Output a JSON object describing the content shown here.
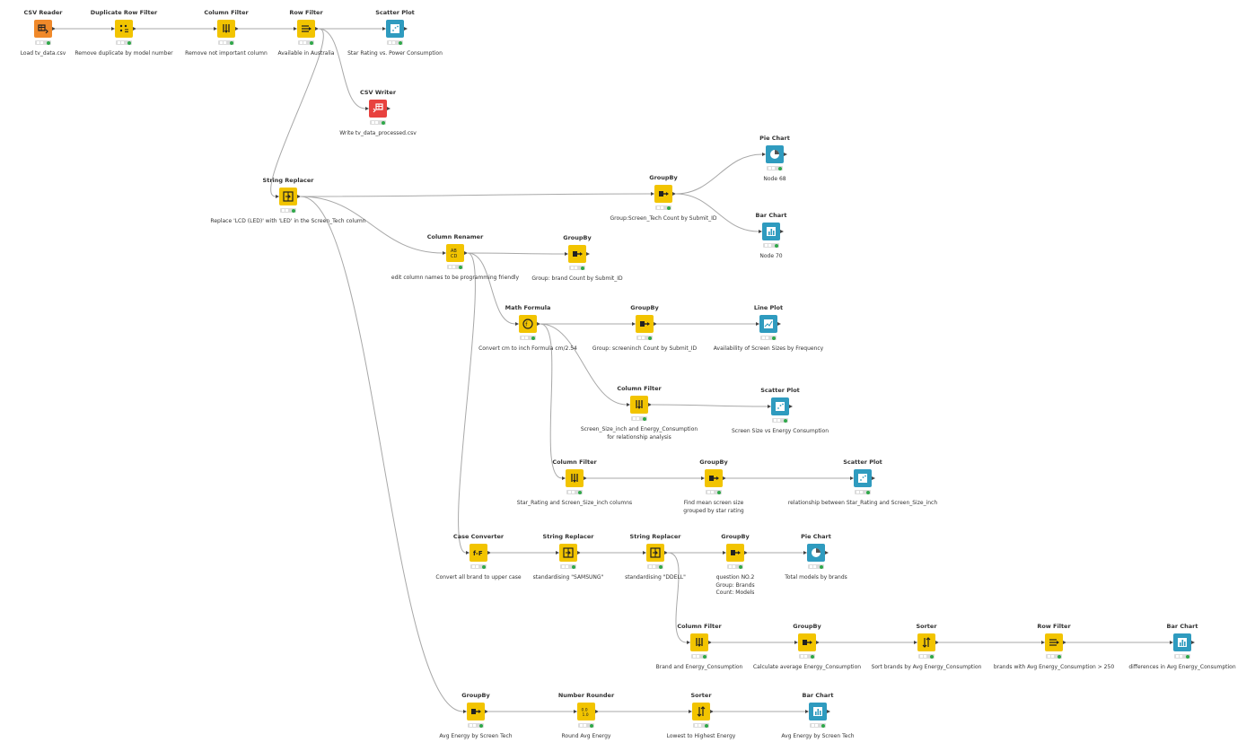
{
  "workflow": {
    "nodes": [
      {
        "id": "n1",
        "title": "CSV Reader",
        "label": "Load tv_data.csv",
        "color": "orange",
        "icon": "csv-reader-icon"
      },
      {
        "id": "n2",
        "title": "Duplicate Row Filter",
        "label": "Remove duplicate by model number",
        "color": "yellow",
        "icon": "duplicate-filter-icon"
      },
      {
        "id": "n3",
        "title": "Column Filter",
        "label": "Remove not important column",
        "color": "yellow",
        "icon": "column-filter-icon"
      },
      {
        "id": "n4",
        "title": "Row Filter",
        "label": "Available in Australia",
        "color": "yellow",
        "icon": "row-filter-icon"
      },
      {
        "id": "n5",
        "title": "Scatter Plot",
        "label": "Star Rating vs. Power Consumption",
        "color": "blue",
        "icon": "scatter-plot-icon"
      },
      {
        "id": "n6",
        "title": "CSV Writer",
        "label": "Write tv_data_processed.csv",
        "color": "red",
        "icon": "csv-writer-icon"
      },
      {
        "id": "n7",
        "title": "String Replacer",
        "label": "Replace 'LCD (LED)' with 'LED' in the Screen_Tech column",
        "color": "yellow",
        "icon": "string-replacer-icon"
      },
      {
        "id": "n8",
        "title": "GroupBy",
        "label": "Group:Screen_Tech Count by Submit_ID",
        "color": "yellow",
        "icon": "groupby-icon"
      },
      {
        "id": "n9",
        "title": "Pie Chart",
        "label": "Node 68",
        "color": "blue",
        "icon": "pie-chart-icon"
      },
      {
        "id": "n10",
        "title": "Bar Chart",
        "label": "Node 70",
        "color": "blue",
        "icon": "bar-chart-icon"
      },
      {
        "id": "n11",
        "title": "Column Renamer",
        "label": "edit column names to be programming friendly",
        "color": "yellow",
        "icon": "column-renamer-icon"
      },
      {
        "id": "n12",
        "title": "GroupBy",
        "label": "Group: brand Count by Submit_ID",
        "color": "yellow",
        "icon": "groupby-icon"
      },
      {
        "id": "n13",
        "title": "Math Formula",
        "label": "Convert cm to inch Formula cm/2.54",
        "color": "yellow",
        "icon": "math-formula-icon"
      },
      {
        "id": "n14",
        "title": "GroupBy",
        "label": "Group: screeninch Count by Submit_ID",
        "color": "yellow",
        "icon": "groupby-icon"
      },
      {
        "id": "n15",
        "title": "Line Plot",
        "label": "Availability of Screen Sizes by Frequency",
        "color": "blue",
        "icon": "line-plot-icon"
      },
      {
        "id": "n16",
        "title": "Column Filter",
        "label": "Screen_Size_inch and Energy_Consumption\nfor relationship analysis",
        "color": "yellow",
        "icon": "column-filter-icon"
      },
      {
        "id": "n17",
        "title": "Scatter Plot",
        "label": "Screen Size vs Energy Consumption",
        "color": "blue",
        "icon": "scatter-plot-icon"
      },
      {
        "id": "n18",
        "title": "Column Filter",
        "label": "Star_Rating and Screen_Size_inch columns",
        "color": "yellow",
        "icon": "column-filter-icon"
      },
      {
        "id": "n19",
        "title": "GroupBy",
        "label": "Find mean screen size\ngrouped by star rating",
        "color": "yellow",
        "icon": "groupby-icon"
      },
      {
        "id": "n20",
        "title": "Scatter Plot",
        "label": "relationship between Star_Rating and Screen_Size_inch",
        "color": "blue",
        "icon": "scatter-plot-icon"
      },
      {
        "id": "n21",
        "title": "Case Converter",
        "label": "Convert all brand to upper case",
        "color": "yellow",
        "icon": "case-converter-icon"
      },
      {
        "id": "n22",
        "title": "String Replacer",
        "label": "standardising \"SAMSUNG\"",
        "color": "yellow",
        "icon": "string-replacer-icon"
      },
      {
        "id": "n23",
        "title": "String Replacer",
        "label": "standardising \"DDELL\"",
        "color": "yellow",
        "icon": "string-replacer-icon"
      },
      {
        "id": "n24",
        "title": "GroupBy",
        "label": "question NO.2\nGroup: Brands\nCount: Models",
        "color": "yellow",
        "icon": "groupby-icon"
      },
      {
        "id": "n25",
        "title": "Pie Chart",
        "label": "Total models by brands",
        "color": "blue",
        "icon": "pie-chart-icon"
      },
      {
        "id": "n26",
        "title": "Column Filter",
        "label": "Brand and Energy_Consumption",
        "color": "yellow",
        "icon": "column-filter-icon"
      },
      {
        "id": "n27",
        "title": "GroupBy",
        "label": "Calculate average Energy_Consumption",
        "color": "yellow",
        "icon": "groupby-icon"
      },
      {
        "id": "n28",
        "title": "Sorter",
        "label": "Sort brands by Avg Energy_Consumption",
        "color": "yellow",
        "icon": "sorter-icon"
      },
      {
        "id": "n29",
        "title": "Row Filter",
        "label": "brands with Avg Energy_Consumption > 250",
        "color": "yellow",
        "icon": "row-filter-icon"
      },
      {
        "id": "n30",
        "title": "Bar Chart",
        "label": "differences in Avg Energy_Consumption",
        "color": "blue",
        "icon": "bar-chart-icon"
      },
      {
        "id": "n31",
        "title": "GroupBy",
        "label": "Avg Energy by Screen Tech",
        "color": "yellow",
        "icon": "groupby-icon"
      },
      {
        "id": "n32",
        "title": "Number Rounder",
        "label": "Round Avg Energy",
        "color": "yellow",
        "icon": "number-rounder-icon"
      },
      {
        "id": "n33",
        "title": "Sorter",
        "label": "Lowest to Highest Energy",
        "color": "yellow",
        "icon": "sorter-icon"
      },
      {
        "id": "n34",
        "title": "Bar Chart",
        "label": "Avg Energy by Screen Tech",
        "color": "blue",
        "icon": "bar-chart-icon"
      }
    ],
    "connections": [
      [
        "n1",
        "n2"
      ],
      [
        "n2",
        "n3"
      ],
      [
        "n3",
        "n4"
      ],
      [
        "n4",
        "n5"
      ],
      [
        "n4",
        "n6"
      ],
      [
        "n4",
        "n7"
      ],
      [
        "n7",
        "n8"
      ],
      [
        "n8",
        "n9"
      ],
      [
        "n8",
        "n10"
      ],
      [
        "n7",
        "n11"
      ],
      [
        "n7",
        "n31"
      ],
      [
        "n11",
        "n12"
      ],
      [
        "n11",
        "n13"
      ],
      [
        "n11",
        "n21"
      ],
      [
        "n13",
        "n14"
      ],
      [
        "n14",
        "n15"
      ],
      [
        "n13",
        "n16"
      ],
      [
        "n16",
        "n17"
      ],
      [
        "n13",
        "n18"
      ],
      [
        "n18",
        "n19"
      ],
      [
        "n19",
        "n20"
      ],
      [
        "n21",
        "n22"
      ],
      [
        "n22",
        "n23"
      ],
      [
        "n23",
        "n24"
      ],
      [
        "n24",
        "n25"
      ],
      [
        "n23",
        "n26"
      ],
      [
        "n26",
        "n27"
      ],
      [
        "n27",
        "n28"
      ],
      [
        "n28",
        "n29"
      ],
      [
        "n29",
        "n30"
      ],
      [
        "n31",
        "n32"
      ],
      [
        "n32",
        "n33"
      ],
      [
        "n33",
        "n34"
      ]
    ],
    "colors": {
      "yellow": "#f2c400",
      "orange": "#f0892a",
      "blue": "#2f9bbf",
      "red": "#e8423f",
      "status_ok": "#2fa84a",
      "edge": "#a8a8a8"
    }
  }
}
